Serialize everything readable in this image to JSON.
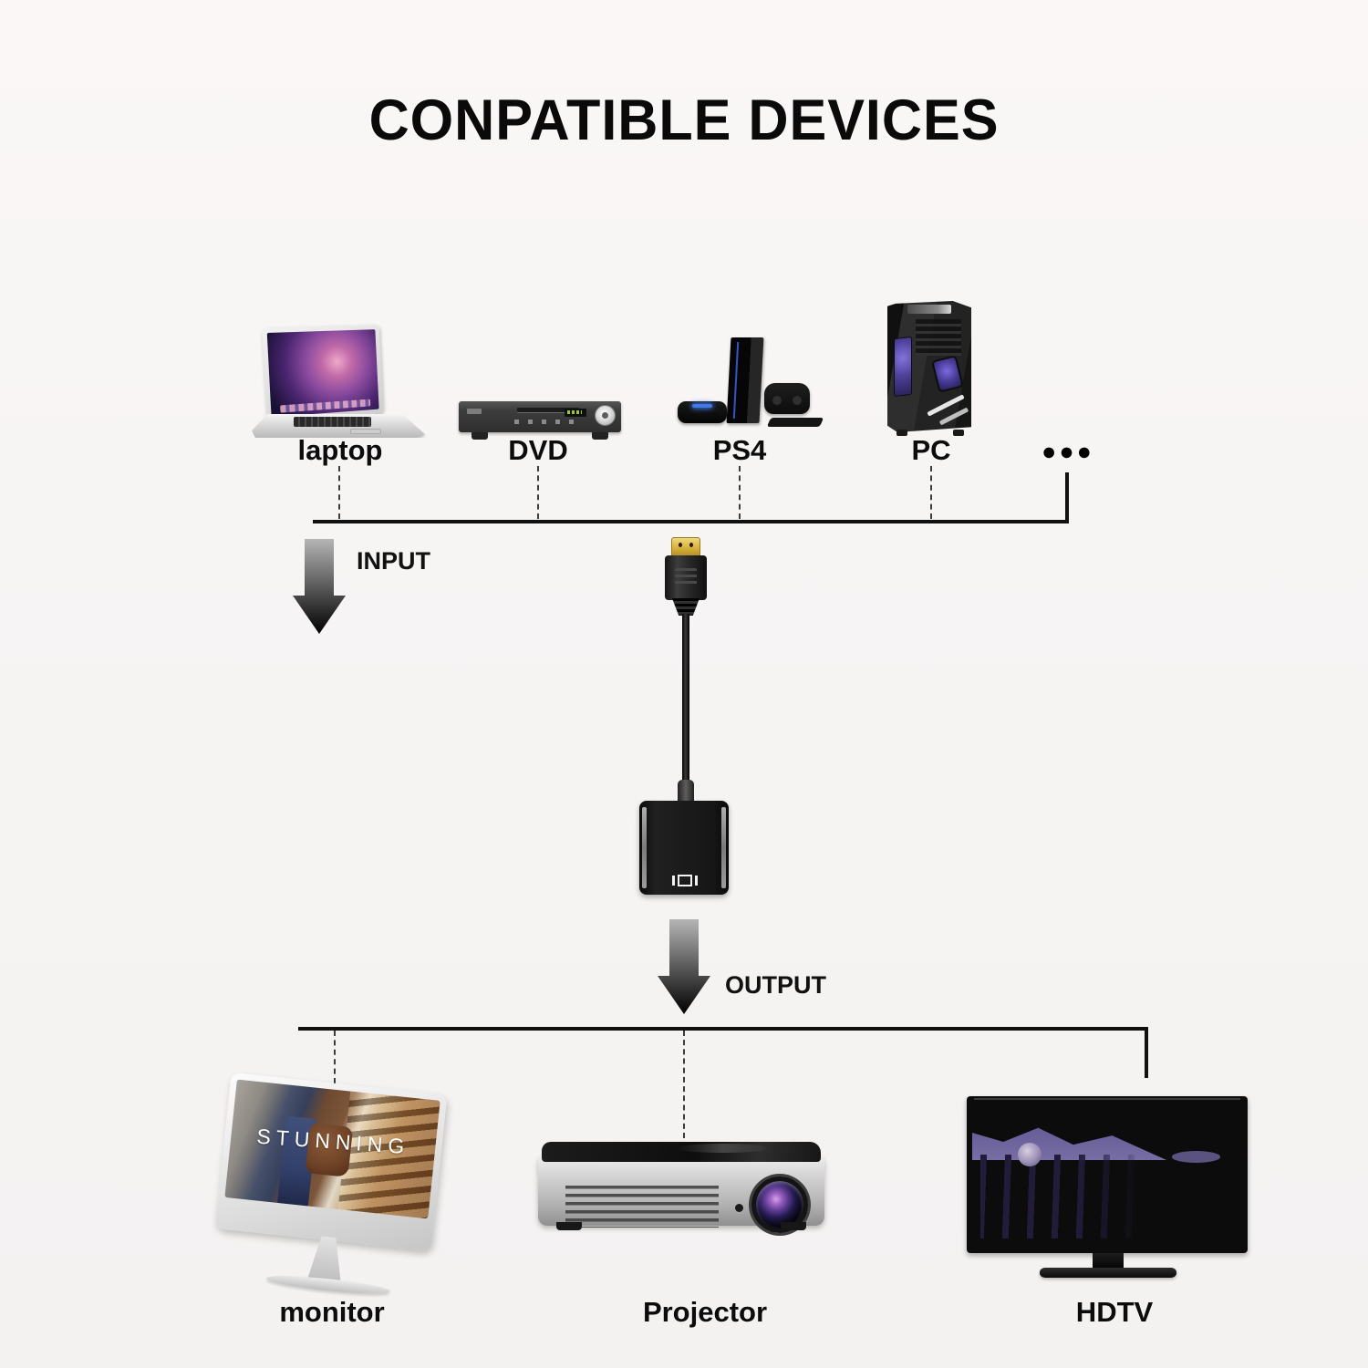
{
  "title": "CONPATIBLE DEVICES",
  "flow": {
    "input_label": "INPUT",
    "output_label": "OUTPUT",
    "more_devices": "●●●"
  },
  "input_devices": [
    {
      "label": "laptop"
    },
    {
      "label": "DVD"
    },
    {
      "label": "PS4"
    },
    {
      "label": "PC"
    }
  ],
  "output_devices": [
    {
      "label": "monitor"
    },
    {
      "label": "Projector"
    },
    {
      "label": "HDTV"
    }
  ],
  "monitor_screen_text": "STUNNING",
  "icons": {
    "adapter": "hdmi-to-vga-adapter",
    "input_arrow": "down-arrow",
    "output_arrow": "down-arrow"
  },
  "colors": {
    "background": "#f7f5f4",
    "line": "#101010",
    "arrow_gradient_top": "#b5b5b5",
    "arrow_gradient_bottom": "#000000",
    "hdmi_gold": "#d9b23c"
  }
}
